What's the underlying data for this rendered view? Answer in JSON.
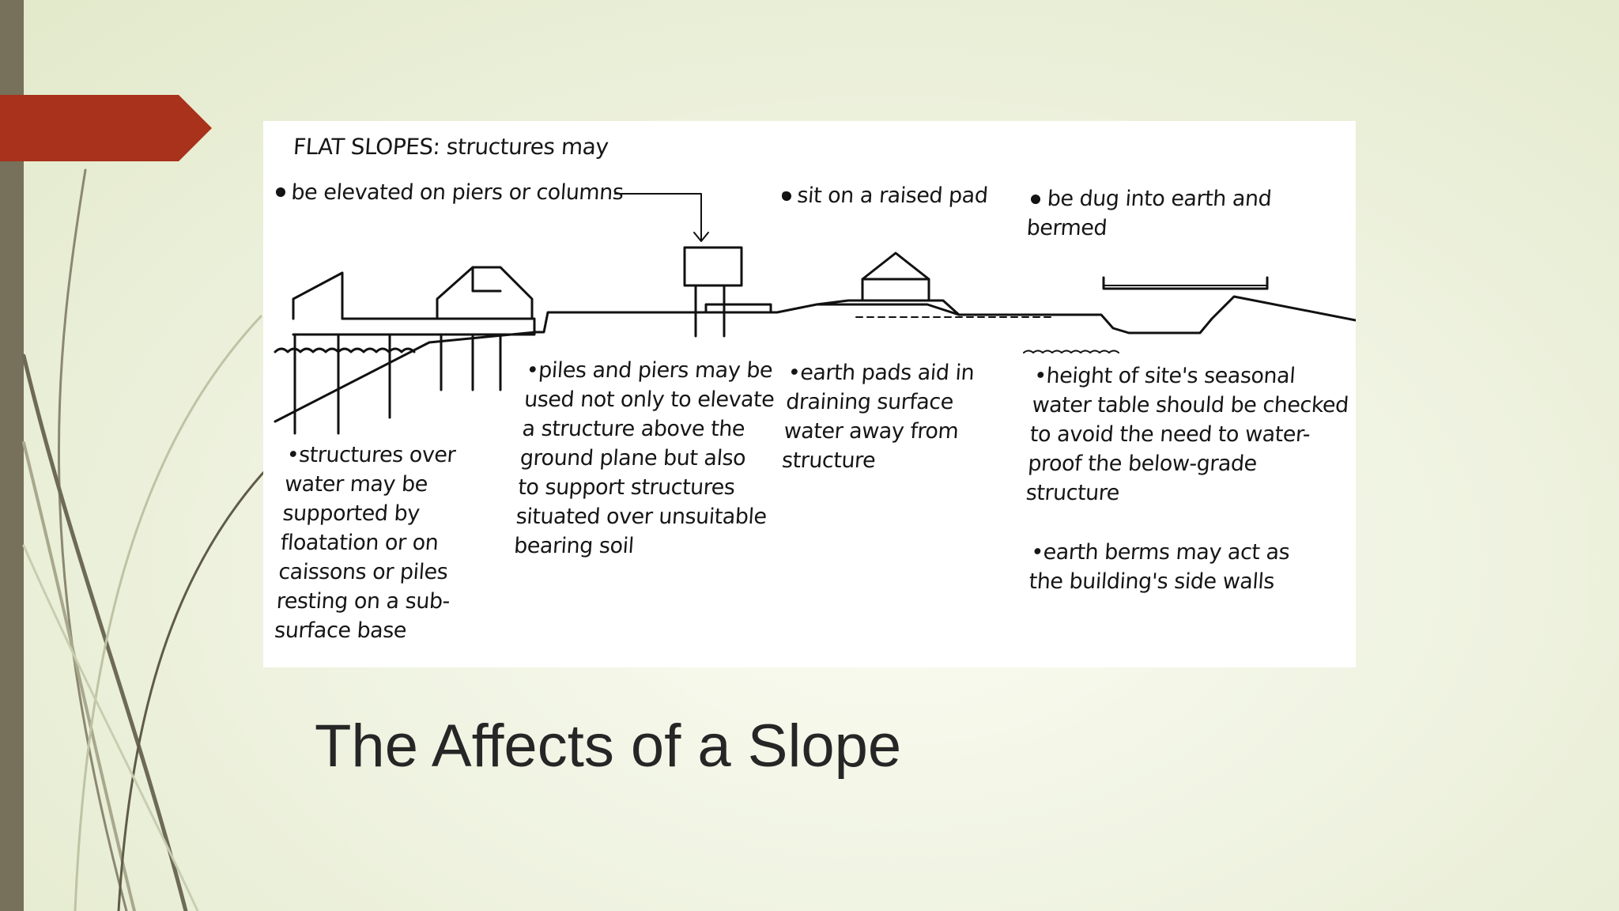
{
  "slide": {
    "title": "The Affects of a Slope",
    "accent_color": "#a8321b",
    "bar_color": "#77705a"
  },
  "figure": {
    "heading": "FLAT SLOPES: structures may",
    "bullets_top": [
      "• be elevated on piers or columns",
      "• sit on a raised pad",
      "• be dug into earth and bermed"
    ],
    "notes": [
      "•structures over\nwater may be\nsupported by\nfloatation or on\ncaissons or piles\nresting on a sub-\nsurface base",
      "•piles and piers may be\nused not only to elevate\na structure above the\nground plane but also\nto support structures\nsituated over unsuitable\nbearing soil",
      "•earth pads aid in\ndraining surface\nwater away from\nstructure",
      "•height of site's seasonal\nwater table should be checked\nto avoid the need to water-\nproof the below-grade\nstructure",
      "•earth berms may act as\nthe building's side walls"
    ]
  }
}
